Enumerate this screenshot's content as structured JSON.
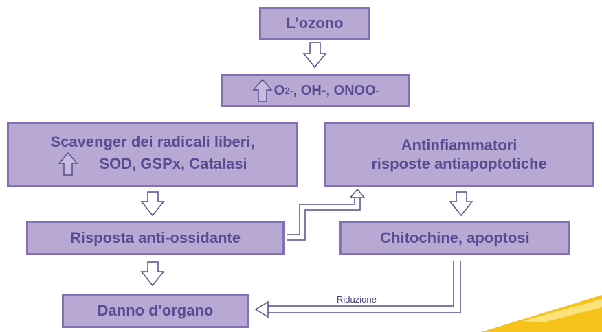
{
  "nodes": {
    "ozone": "L’ozono",
    "ros": {
      "o2": "O",
      "o2_sub": "2-",
      "oh": ", OH-, ONOO",
      "tail_sub": "-"
    },
    "scavenger": {
      "line1": "Scavenger dei radicali liberi,",
      "line2": "SOD, GSPx, Catalasi"
    },
    "anti_inflam": {
      "line1": "Antinfiammatori",
      "line2": "risposte antiapoptotiche"
    },
    "antioxidant": "Risposta anti-ossidante",
    "cytokines": "Chitochine, apoptosi",
    "organ_damage": "Danno d’organo"
  },
  "edge_labels": {
    "reduction": "Riduzione"
  },
  "colors": {
    "box_fill": "#b8a9d4",
    "box_border": "#8470b6",
    "text": "#5b4a91",
    "accent_swoosh": "#f5b400"
  }
}
